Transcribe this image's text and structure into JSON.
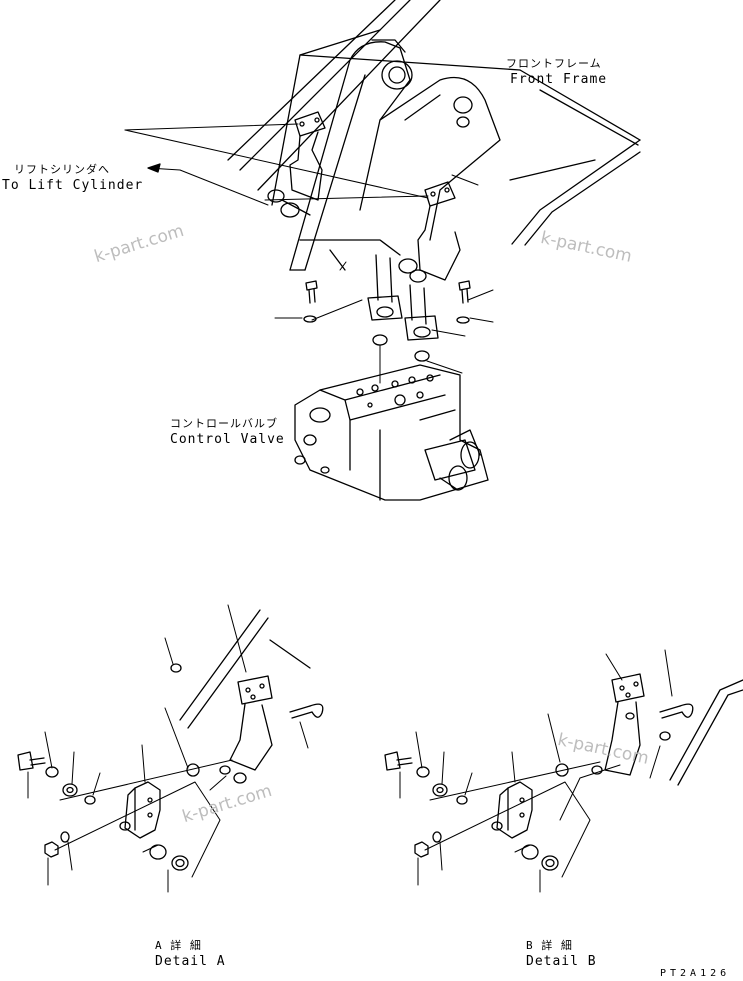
{
  "labels": {
    "front_frame_jp": "フロントフレーム",
    "front_frame_en": "Front Frame",
    "lift_cylinder_jp": "リフトシリンダへ",
    "lift_cylinder_en": "To Lift Cylinder",
    "control_valve_jp": "コントロールバルブ",
    "control_valve_en": "Control Valve",
    "detail_a_jp": "A 詳 細",
    "detail_a_en": "Detail A",
    "detail_b_jp": "B 詳 細",
    "detail_b_en": "Detail B"
  },
  "watermark": "k-part.com",
  "drawing_code": "PT2A126"
}
